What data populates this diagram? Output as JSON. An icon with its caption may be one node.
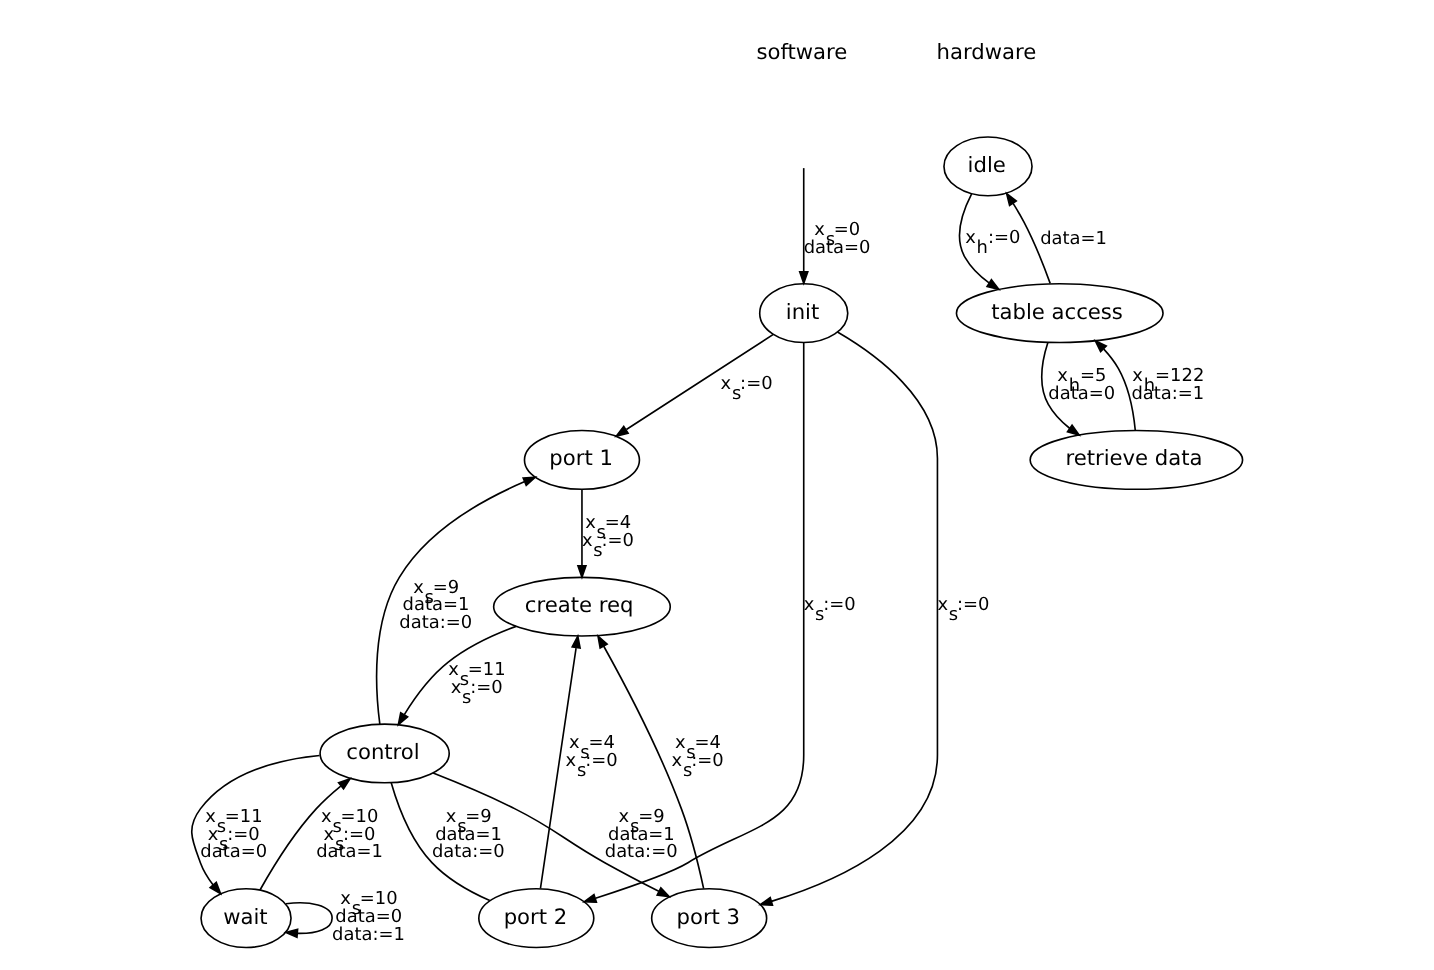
{
  "diagram": {
    "nodes": [
      {
        "text": [
          "init"
        ]
      },
      {
        "text": [
          "port 1"
        ]
      },
      {
        "text": [
          "port 2"
        ]
      },
      {
        "text": [
          "port 3"
        ]
      },
      {
        "text": [
          "create req"
        ]
      },
      {
        "text": [
          "control"
        ]
      },
      {
        "text": [
          "wait"
        ]
      },
      {
        "text": [
          "idle"
        ]
      },
      {
        "text": [
          "table access"
        ]
      },
      {
        "text": [
          "retrieve data"
        ]
      }
    ],
    "edges": [
      {
        "from": null,
        "to": 0,
        "arrow": "to",
        "label": "x$_{s}$=0 data=0"
      },
      {
        "from": 0,
        "to": 1,
        "arrow": "to",
        "label": "x$_{s}$:=0"
      },
      {
        "from": 0,
        "to": 2,
        "arrow": "to",
        "label": "x$_{s}$:=0"
      },
      {
        "from": 0,
        "to": 3,
        "arrow": "to",
        "label": "x$_{s}$:=0"
      },
      {
        "from": 1,
        "to": 4,
        "arrow": "to",
        "label": "x$_{s}$=4 x$_{s}$:=0"
      },
      {
        "from": 2,
        "to": 4,
        "arrow": "to",
        "label": "x$_{s}$=4 x$_{s}$:=0"
      },
      {
        "from": 3,
        "to": 4,
        "arrow": "to",
        "label": "x$_{s}$=4 x$_{s}$:=0"
      },
      {
        "from": 4,
        "to": 5,
        "arrow": "to",
        "label": "x$_{s}$=11 x$_{s}$:=0"
      },
      {
        "from": 5,
        "to": 1,
        "arrow": "to",
        "label": "x$_{s}$=9 data=1 data:=0"
      },
      {
        "from": 5,
        "to": 2,
        "arrow": "none",
        "label": "x$_{s}$=9 data=1 data:=0"
      },
      {
        "from": 5,
        "to": 3,
        "arrow": "to",
        "label": "x$_{s}$=9 data=1 data:=0"
      },
      {
        "from": 5,
        "to": 6,
        "arrow": "to",
        "label": "x$_{s}$=11 x$_{s}$:=0 data=0"
      },
      {
        "from": 6,
        "to": 5,
        "arrow": "to",
        "label": "x$_{s}$=10 x$_{s}$:=0 data=1"
      },
      {
        "from": 6,
        "to": 6,
        "arrow": "to",
        "label": "x$_{s}$=10 data=0 data:=1"
      },
      {
        "from": 7,
        "to": 8,
        "arrow": "to",
        "label": "x$_{h}$:=0"
      },
      {
        "from": 8,
        "to": 7,
        "arrow": "to",
        "label": "data=1"
      },
      {
        "from": 8,
        "to": 9,
        "arrow": "to",
        "label": "x$_{h}$=5 data=0"
      },
      {
        "from": 9,
        "to": 8,
        "arrow": "to",
        "label": "x$_{h}$=122 data:=1"
      }
    ],
    "labels": [
      "software",
      "hardware"
    ]
  }
}
